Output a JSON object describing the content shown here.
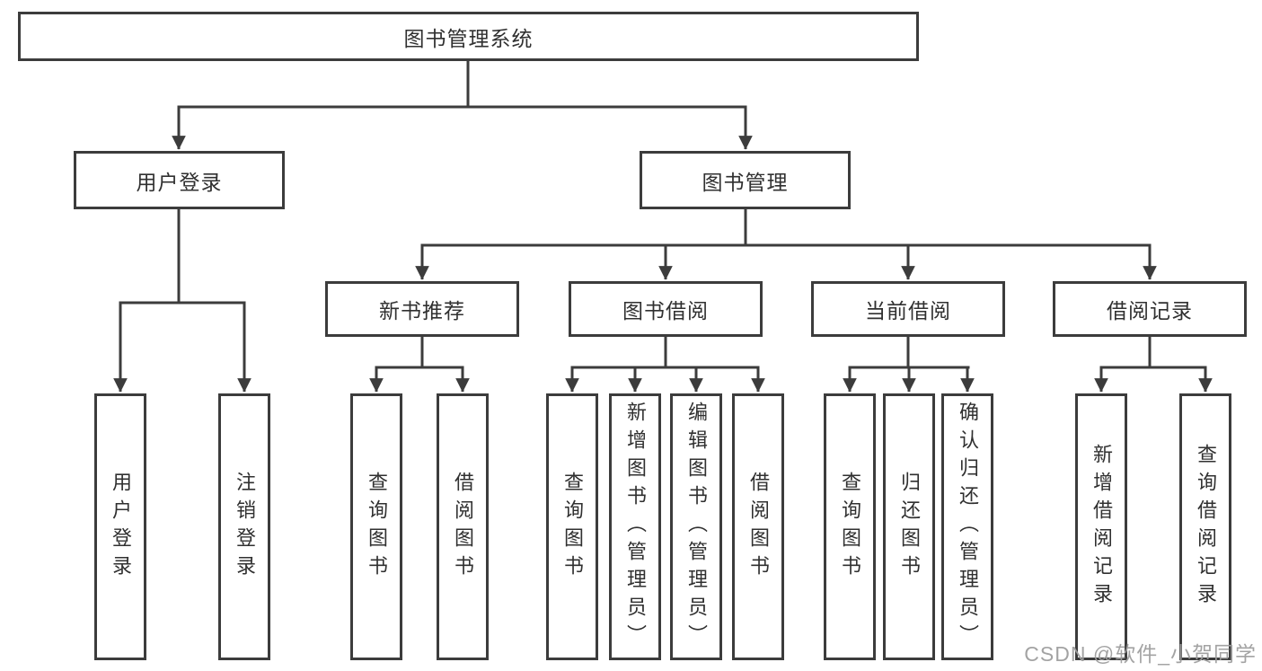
{
  "diagram": {
    "title": "图书管理系统",
    "level1": [
      {
        "label": "用户登录",
        "children": [
          {
            "label": "用户登录"
          },
          {
            "label": "注销登录"
          }
        ]
      },
      {
        "label": "图书管理",
        "children": [
          {
            "label": "新书推荐",
            "children": [
              {
                "label": "查询图书"
              },
              {
                "label": "借阅图书"
              }
            ]
          },
          {
            "label": "图书借阅",
            "children": [
              {
                "label": "查询图书"
              },
              {
                "label": "新增图书（管理员）"
              },
              {
                "label": "编辑图书（管理员）"
              },
              {
                "label": "借阅图书"
              }
            ]
          },
          {
            "label": "当前借阅",
            "children": [
              {
                "label": "查询图书"
              },
              {
                "label": "归还图书"
              },
              {
                "label": "确认归还（管理员）"
              }
            ]
          },
          {
            "label": "借阅记录",
            "children": [
              {
                "label": "新增借阅记录"
              },
              {
                "label": "查询借阅记录"
              }
            ]
          }
        ]
      }
    ]
  },
  "watermark": {
    "text": "CSDN @软件_小贺同学"
  },
  "colors": {
    "line": "#3c3c3c",
    "box_border": "#3c3c3c",
    "box_fill": "#ffffff",
    "text": "#303030",
    "watermark": "#9e9e9e"
  }
}
